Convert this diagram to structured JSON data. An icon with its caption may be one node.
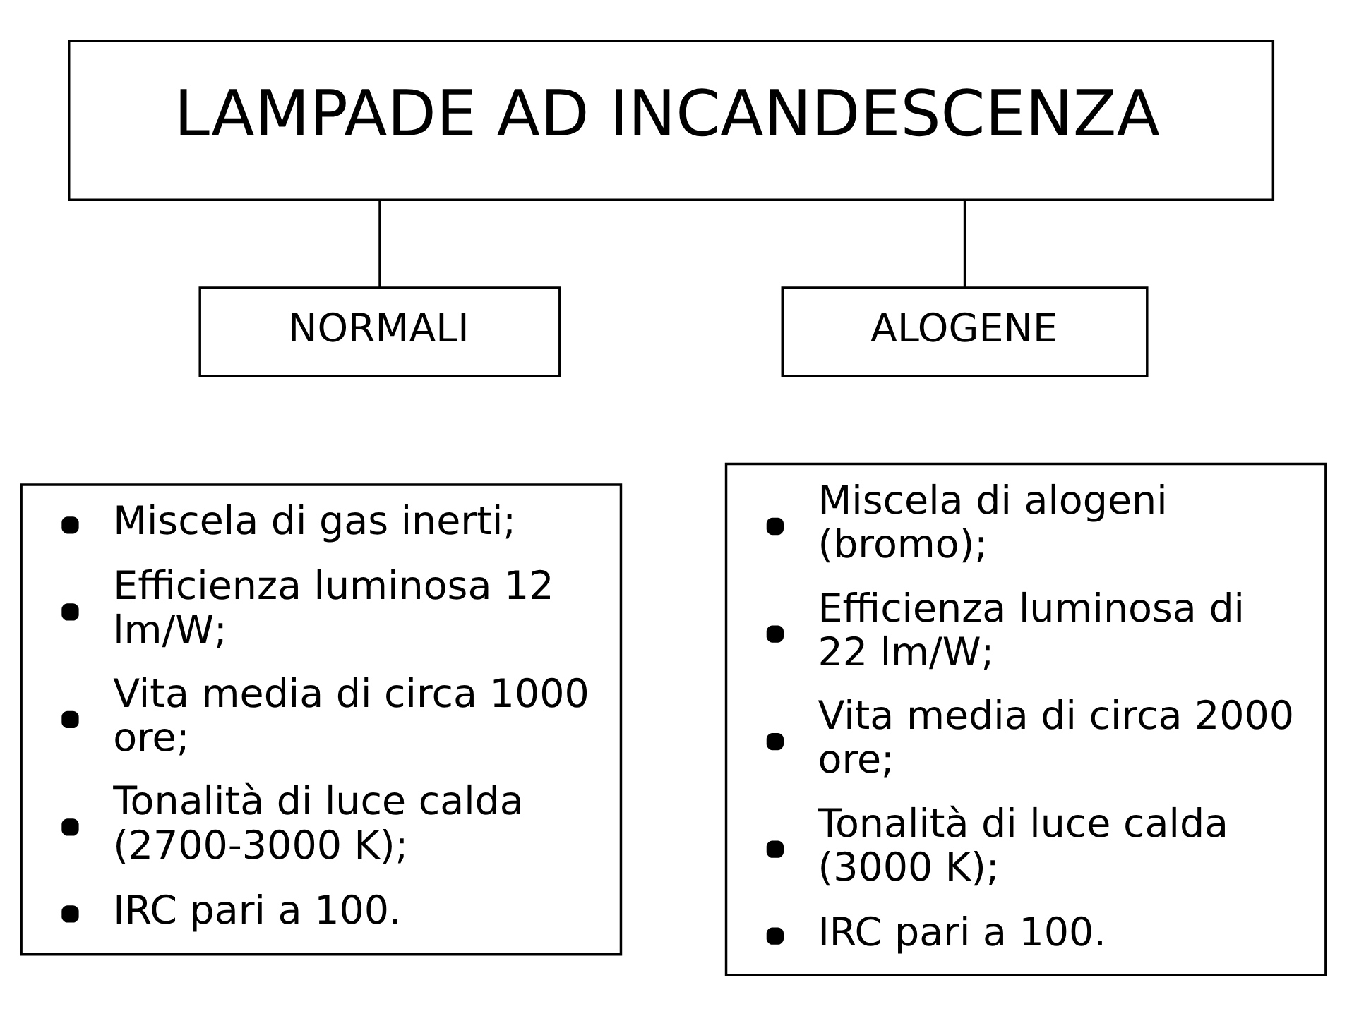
{
  "diagram": {
    "nodes": [
      {
        "text": [
          "LAMPADE AD INCANDESCENZA"
        ]
      },
      {
        "text": [
          "NORMALI"
        ]
      },
      {
        "text": [
          "ALOGENE"
        ]
      },
      {
        "text": [
          "Miscela di gas inerti;",
          "Efficienza luminosa 12 lm/W;",
          "Vita media di circa 1000 ore;",
          "Tonalità di luce calda (2700-3000 K);",
          "IRC pari a 100."
        ]
      },
      {
        "text": [
          "Miscela di alogeni (bromo);",
          "Efficienza luminosa di 22 lm/W;",
          "Vita media di circa 2000 ore;",
          "Tonalità di luce calda (3000 K);",
          "IRC pari a 100."
        ]
      }
    ],
    "edges": [
      {
        "from": 0,
        "to": 1,
        "arrow": "none"
      },
      {
        "from": 0,
        "to": 2,
        "arrow": "none"
      }
    ]
  }
}
